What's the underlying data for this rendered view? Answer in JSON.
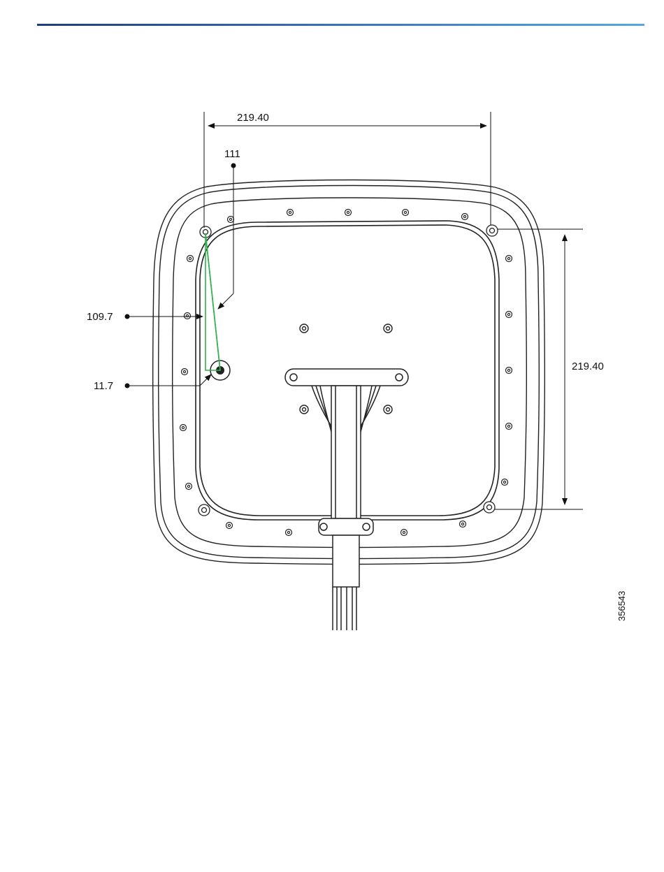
{
  "header": {
    "rule_color_start": "#1f3d7a",
    "rule_color_end": "#56a8dc"
  },
  "diagram": {
    "labels": {
      "width_dim": "219.40",
      "height_dim": "219.40",
      "callout_111": "111",
      "callout_109_7": "109.7",
      "callout_11_7": "11.7",
      "figure_id": "356543"
    },
    "highlight_color": "#2db34a"
  }
}
